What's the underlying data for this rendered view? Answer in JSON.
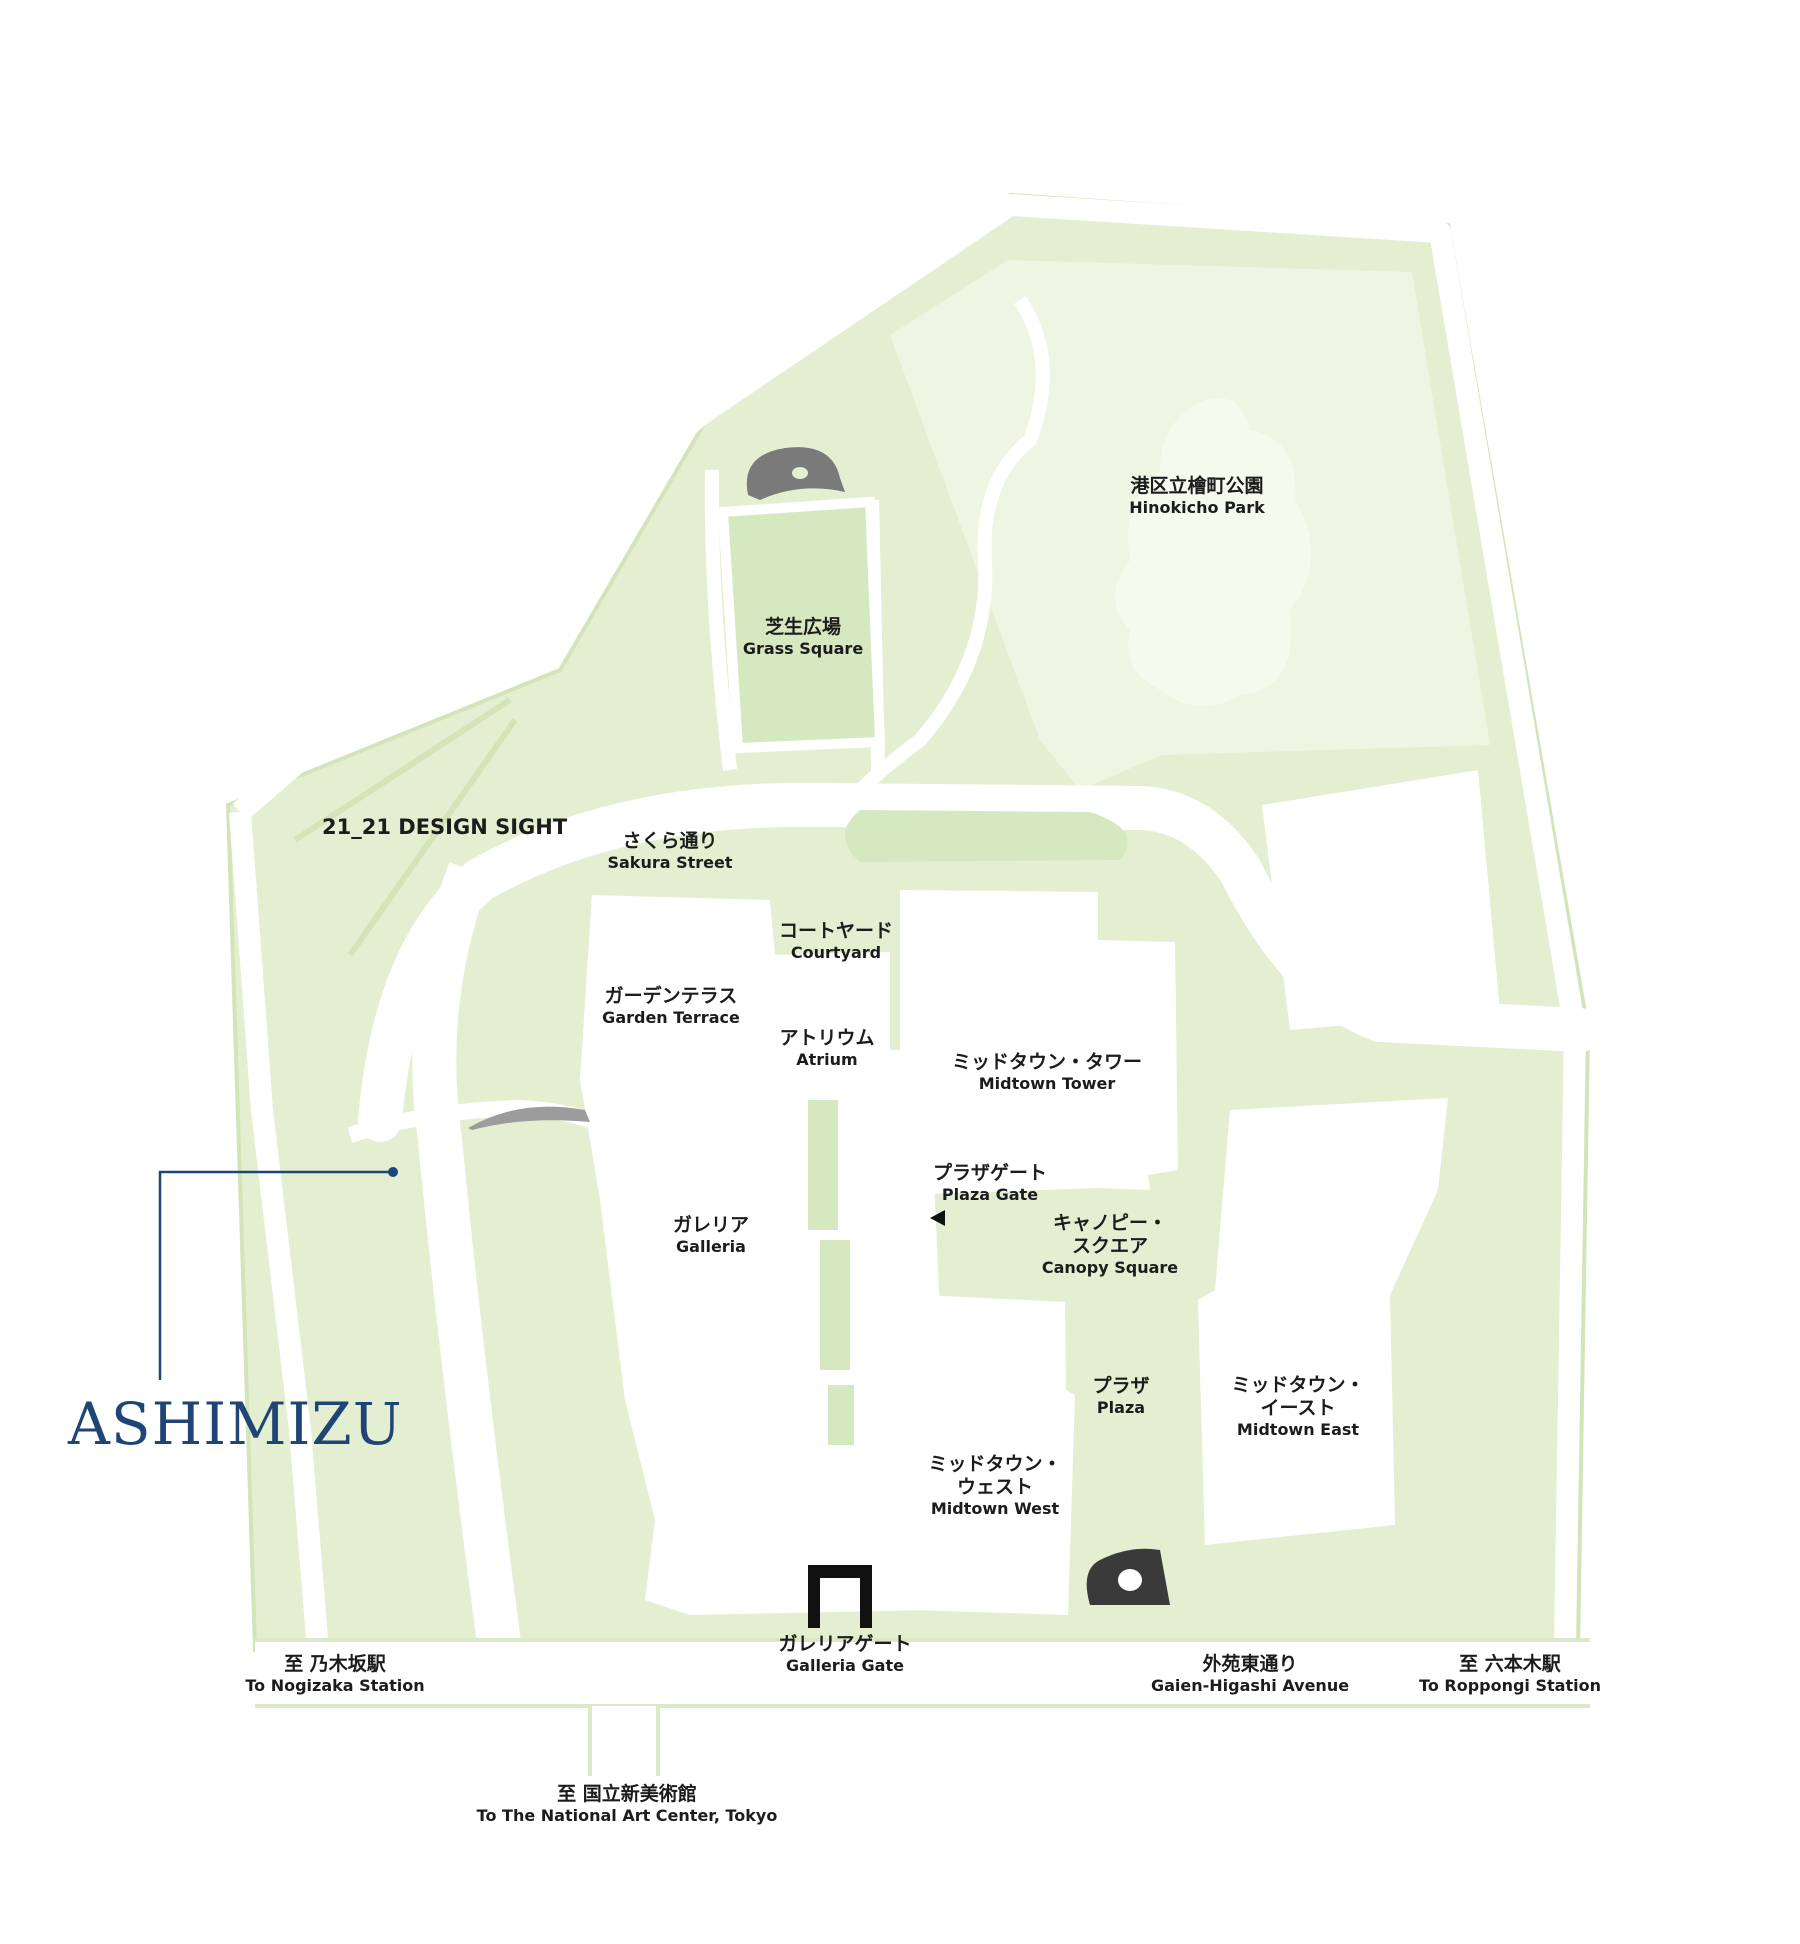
{
  "map": {
    "colors": {
      "ground": "#e3efd0",
      "park": "#eef5e2",
      "grass": "#d6e8bf",
      "road": "#ffffff",
      "building": "#ffffff",
      "gray_shape": "#808080",
      "dark_shape": "#3a3a3a",
      "gate": "#111111",
      "accent": "#1f4476"
    },
    "labels": {
      "hinokicho_park": {
        "ja": "港区立檜町公園",
        "en": "Hinokicho Park"
      },
      "grass_square": {
        "ja": "芝生広場",
        "en": "Grass Square"
      },
      "design_sight": {
        "en": "21_21 DESIGN SIGHT"
      },
      "sakura_street": {
        "ja": "さくら通り",
        "en": "Sakura Street"
      },
      "courtyard": {
        "ja": "コートヤード",
        "en": "Courtyard"
      },
      "garden_terrace": {
        "ja": "ガーデンテラス",
        "en": "Garden Terrace"
      },
      "atrium": {
        "ja": "アトリウム",
        "en": "Atrium"
      },
      "midtown_tower": {
        "ja": "ミッドタウン・タワー",
        "en": "Midtown Tower"
      },
      "plaza_gate": {
        "ja": "プラザゲート",
        "en": "Plaza Gate"
      },
      "galleria": {
        "ja": "ガレリア",
        "en": "Galleria"
      },
      "canopy_square": {
        "ja1": "キャノピー・",
        "ja2": "スクエア",
        "en": "Canopy Square"
      },
      "plaza": {
        "ja": "プラザ",
        "en": "Plaza"
      },
      "midtown_east": {
        "ja1": "ミッドタウン・",
        "ja2": "イースト",
        "en": "Midtown East"
      },
      "midtown_west": {
        "ja1": "ミッドタウン・",
        "ja2": "ウェスト",
        "en": "Midtown West"
      },
      "galleria_gate": {
        "ja": "ガレリアゲート",
        "en": "Galleria Gate"
      },
      "to_nogizaka": {
        "ja": "至 乃木坂駅",
        "en": "To Nogizaka Station"
      },
      "gaien_higashi": {
        "ja": "外苑東通り",
        "en": "Gaien-Higashi Avenue"
      },
      "to_roppongi": {
        "ja": "至 六本木駅",
        "en": "To Roppongi Station"
      },
      "to_nact": {
        "ja": "至 国立新美術館",
        "en": "To The National Art Center, Tokyo"
      }
    },
    "marker": {
      "brand": "ASHIMIZU"
    }
  }
}
